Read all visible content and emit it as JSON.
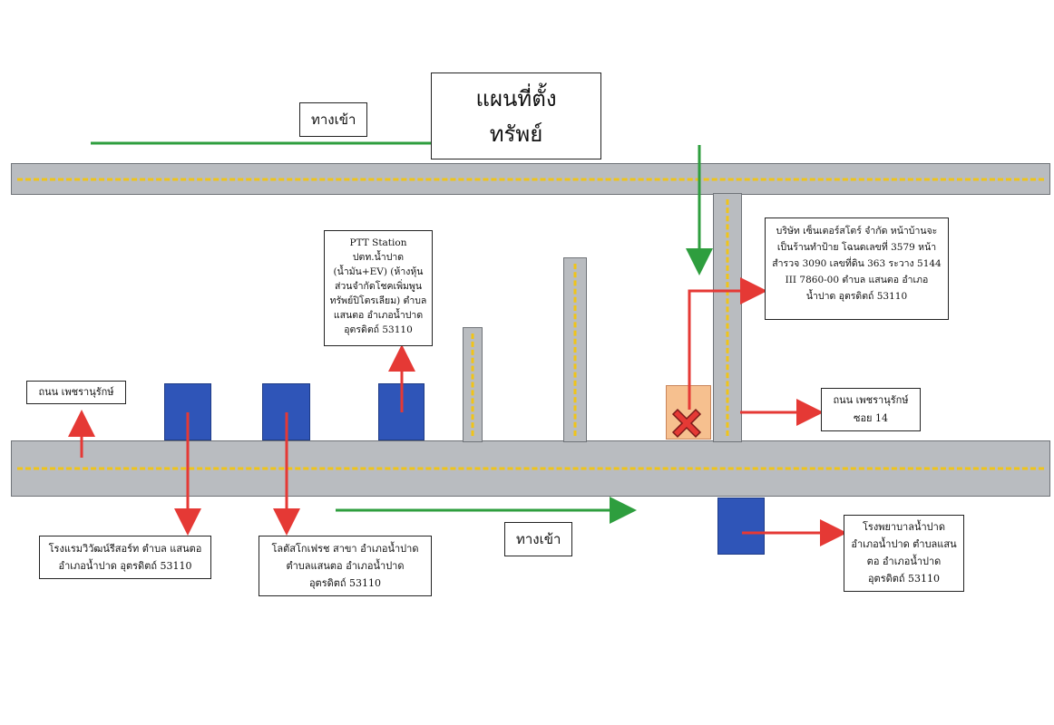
{
  "title": "แผนที่ตั้ง ทรัพย์",
  "entrance_top": "ทางเข้า",
  "entrance_bottom": "ทางเข้า",
  "labels": {
    "ptt": "PTT Station ปตท.น้ำปาด (น้ำมัน+EV) (ห้างหุ้นส่วนจำกัดโชคเพิ่มพูนทรัพย์ปิโตรเลียม) ตำบลแสนตอ อำเภอน้ำปาด อุตรดิตถ์ 53110",
    "property": "บริษัท เซ็นเตอร์สโตร์ จำกัด หน้าบ้านจะเป็นร้านทำป้าย โฉนดเลขที่ 3579 หน้าสำรวจ 3090 เลขที่ดิน 363 ระวาง 5144 III 7860-00 ตำบล แสนตอ อำเภอน้ำปาด อุตรดิตถ์ 53110",
    "road_left": "ถนน เพชรานุรักษ์",
    "road_right_1": "ถนน เพชรานุรักษ์",
    "road_right_2": "ซอย 14",
    "hotel": "โรงแรมวิวัฒน์รีสอร์ท ตำบล แสนตอ อำเภอน้ำปาด อุตรดิตถ์ 53110",
    "lotus": "โลตัสโกเฟรช สาขา อำเภอน้ำปาด ตำบลแสนตอ อำเภอน้ำปาด อุตรดิตถ์ 53110",
    "hospital": "โรงพยาบาลน้ำปาดอำเภอน้ำปาด ตำบลแสนตอ อำเภอน้ำปาด อุตรดิตถ์ 53110"
  },
  "colors": {
    "road": "#b9bcc0",
    "lane": "#f0c419",
    "building": "#2f55b8",
    "property": "#f6c08f",
    "arrow_red": "#e53935",
    "arrow_green": "#2e9e3e"
  },
  "icons": [
    "x-mark-icon"
  ]
}
